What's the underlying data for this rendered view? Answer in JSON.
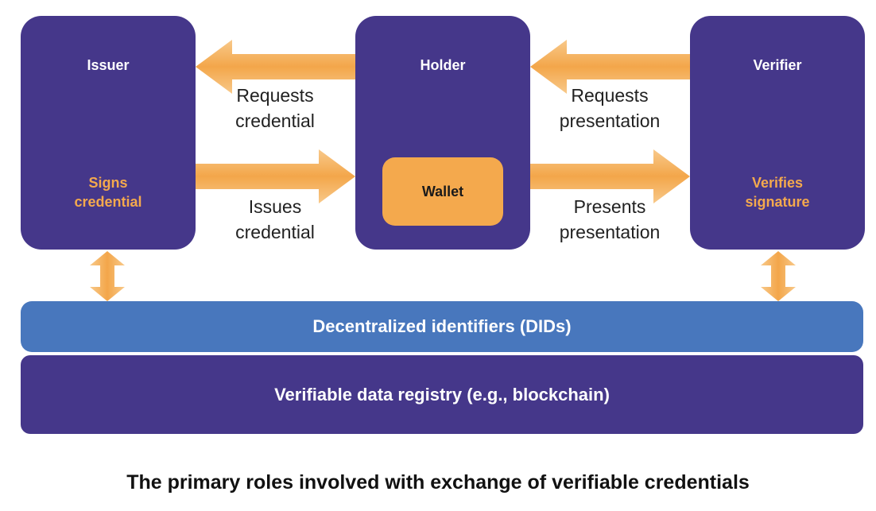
{
  "roles": {
    "issuer": {
      "title": "Issuer",
      "action": "Signs\ncredential"
    },
    "holder": {
      "title": "Holder",
      "wallet": "Wallet"
    },
    "verifier": {
      "title": "Verifier",
      "action": "Verifies\nsignature"
    }
  },
  "flows": {
    "holder_to_issuer": "Requests\ncredential",
    "issuer_to_holder": "Issues\ncredential",
    "verifier_to_holder": "Requests\npresentation",
    "holder_to_verifier": "Presents\npresentation"
  },
  "layers": {
    "did": "Decentralized identifiers (DIDs)",
    "registry": "Verifiable data registry (e.g., blockchain)"
  },
  "caption": "The primary roles involved with exchange of verifiable credentials",
  "colors": {
    "role_box": "#45378a",
    "accent_orange": "#f4a94d",
    "did_bar": "#4877bd",
    "arrow": "#f5b461"
  }
}
